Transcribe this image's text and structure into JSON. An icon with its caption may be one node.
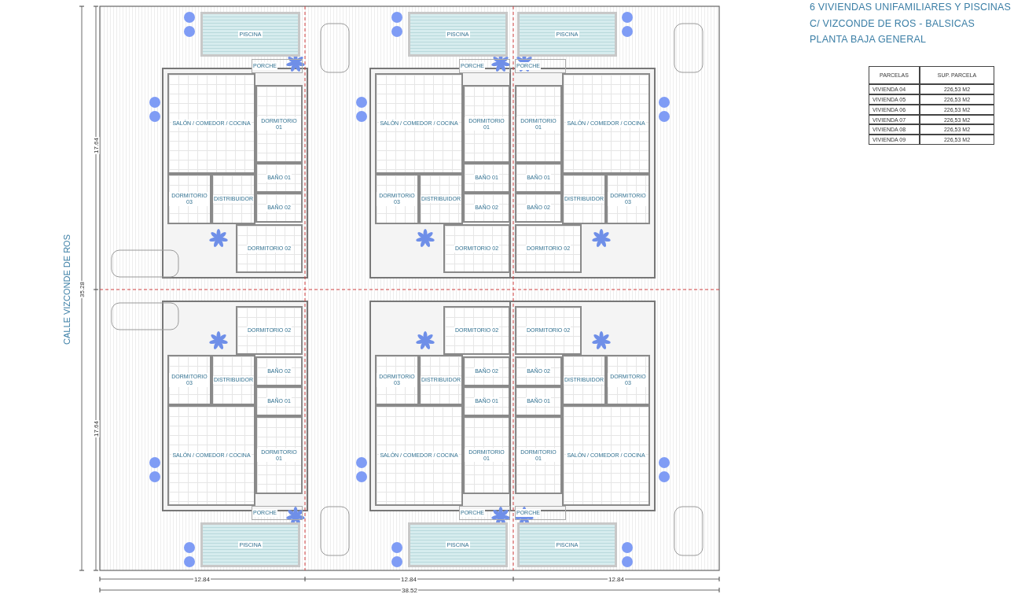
{
  "diagram": {
    "nodes": [
      {
        "text": [
          "PISCINA"
        ]
      },
      {
        "text": [
          "PORCHE"
        ]
      },
      {
        "text": [
          "SALÓN / COMEDOR / COCINA"
        ]
      },
      {
        "text": [
          "DORMITORIO 01"
        ]
      },
      {
        "text": [
          "BAÑO 01"
        ]
      },
      {
        "text": [
          "BAÑO 02"
        ]
      },
      {
        "text": [
          "DORMITORIO 03"
        ]
      },
      {
        "text": [
          "DISTRIBUIDOR"
        ]
      },
      {
        "text": [
          "DORMITORIO 02"
        ]
      },
      {
        "text": [
          "PISCINA"
        ]
      },
      {
        "text": [
          "PORCHE"
        ]
      },
      {
        "text": [
          "SALÓN / COMEDOR / COCINA"
        ]
      },
      {
        "text": [
          "DORMITORIO 01"
        ]
      },
      {
        "text": [
          "BAÑO 01"
        ]
      },
      {
        "text": [
          "BAÑO 02"
        ]
      },
      {
        "text": [
          "DORMITORIO 03"
        ]
      },
      {
        "text": [
          "DISTRIBUIDOR"
        ]
      },
      {
        "text": [
          "DORMITORIO 02"
        ]
      },
      {
        "text": [
          "PISCINA"
        ]
      },
      {
        "text": [
          "PORCHE"
        ]
      },
      {
        "text": [
          "SALÓN / COMEDOR / COCINA"
        ]
      },
      {
        "text": [
          "DORMITORIO 01"
        ]
      },
      {
        "text": [
          "BAÑO 01"
        ]
      },
      {
        "text": [
          "BAÑO 02"
        ]
      },
      {
        "text": [
          "DORMITORIO 03"
        ]
      },
      {
        "text": [
          "DISTRIBUIDOR"
        ]
      },
      {
        "text": [
          "DORMITORIO 02"
        ]
      },
      {
        "text": [
          "PISCINA"
        ]
      },
      {
        "text": [
          "PORCHE"
        ]
      },
      {
        "text": [
          "SALÓN / COMEDOR / COCINA"
        ]
      },
      {
        "text": [
          "DORMITORIO 01"
        ]
      },
      {
        "text": [
          "BAÑO 01"
        ]
      },
      {
        "text": [
          "BAÑO 02"
        ]
      },
      {
        "text": [
          "DORMITORIO 03"
        ]
      },
      {
        "text": [
          "DISTRIBUIDOR"
        ]
      },
      {
        "text": [
          "DORMITORIO 02"
        ]
      },
      {
        "text": [
          "PISCINA"
        ]
      },
      {
        "text": [
          "PORCHE"
        ]
      },
      {
        "text": [
          "SALÓN / COMEDOR / COCINA"
        ]
      },
      {
        "text": [
          "DORMITORIO 01"
        ]
      },
      {
        "text": [
          "BAÑO 01"
        ]
      },
      {
        "text": [
          "BAÑO 02"
        ]
      },
      {
        "text": [
          "DORMITORIO 03"
        ]
      },
      {
        "text": [
          "DISTRIBUIDOR"
        ]
      },
      {
        "text": [
          "DORMITORIO 02"
        ]
      },
      {
        "text": [
          "PISCINA"
        ]
      },
      {
        "text": [
          "PORCHE"
        ]
      },
      {
        "text": [
          "SALÓN / COMEDOR / COCINA"
        ]
      },
      {
        "text": [
          "DORMITORIO 01"
        ]
      },
      {
        "text": [
          "BAÑO 01"
        ]
      },
      {
        "text": [
          "BAÑO 02"
        ]
      },
      {
        "text": [
          "DORMITORIO 03"
        ]
      },
      {
        "text": [
          "DISTRIBUIDOR"
        ]
      },
      {
        "text": [
          "DORMITORIO 02"
        ]
      }
    ],
    "labels": [
      "6 VIVIENDAS UNIFAMILIARES Y PISCINAS",
      "C/ VIZCONDE DE ROS - BALSICAS",
      "PLANTA BAJA GENERAL",
      "PARCELAS",
      "SUP. PARCELA",
      "VIVIENDA 04",
      "226,53 M2",
      "VIVIENDA 05",
      "226,53 M2",
      "VIVIENDA 06",
      "226,53 M2",
      "VIVIENDA 07",
      "226,53 M2",
      "VIVIENDA 08",
      "226,53 M2",
      "VIVIENDA 09",
      "226,53 M2",
      "17.64",
      "35.28",
      "CALLE VIZCONDE DE ROS",
      "17.64",
      "12.84",
      "12.84",
      "12.84",
      "38.52"
    ]
  }
}
